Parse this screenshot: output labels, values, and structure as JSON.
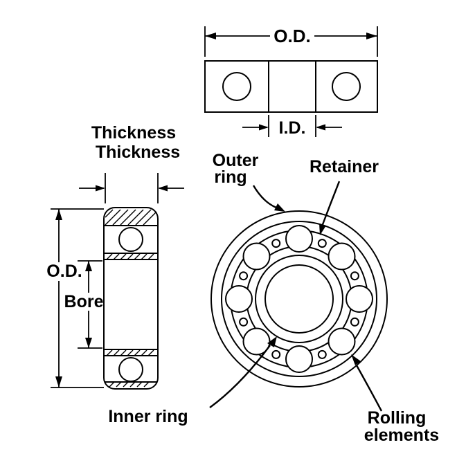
{
  "figure": {
    "subject": "Radial ball bearing nomenclature diagram",
    "colors": {
      "ink": "#000000",
      "background": "#ffffff"
    }
  },
  "top_view": {
    "od_label": "O.D.",
    "id_label": "I.D."
  },
  "side_view": {
    "thickness_line1": "Thickness",
    "thickness_line2": "Thickness",
    "od_label": "O.D.",
    "bore_label": "Bore"
  },
  "front_view": {
    "outer_ring_line1": "Outer",
    "outer_ring_line2": "ring",
    "retainer_label": "Retainer",
    "inner_ring_label": "Inner ring",
    "rolling_line1": "Rolling",
    "rolling_line2": "elements"
  }
}
